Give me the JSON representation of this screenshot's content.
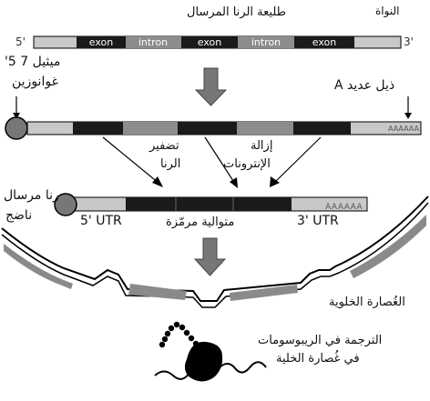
{
  "labels": {
    "nucleus": "النواة",
    "pre_mrna": "طليعة الرنا المرسال",
    "five_prime_end": "5'",
    "three_prime_end": "3'",
    "cap_line1": "ميثيل 7 5'",
    "cap_line2": "غوانوزين",
    "poly_a_tail": "ذيل عديد A",
    "poly_a_sequence": "AAAAAA",
    "splicing_line1": "تضفير",
    "splicing_line2": "الرنا",
    "intron_removal_line1": "إزالة",
    "intron_removal_line2": "الإنترونات",
    "mature_mrna_line1": "رنا مرسال",
    "mature_mrna_line2": "ناضج",
    "mature_poly_a": "AAAAAA",
    "five_utr": "5' UTR",
    "coding_sequence": "متوالية مرمّزة",
    "three_utr": "3' UTR",
    "cytoplasm": "الغُصارة الخلوية",
    "translation_line1": "الترجمة في الريبوسومات",
    "translation_line2": "في غُصارة الخلية"
  },
  "segments": [
    "exon",
    "intron",
    "exon",
    "intron",
    "exon"
  ],
  "colors": {
    "exon": "#1a1a1a",
    "intron": "#8c8c8c",
    "utr": "#c8c8c8",
    "cap": "#777777",
    "arrow": "#777777",
    "ribosome": "#000000"
  }
}
